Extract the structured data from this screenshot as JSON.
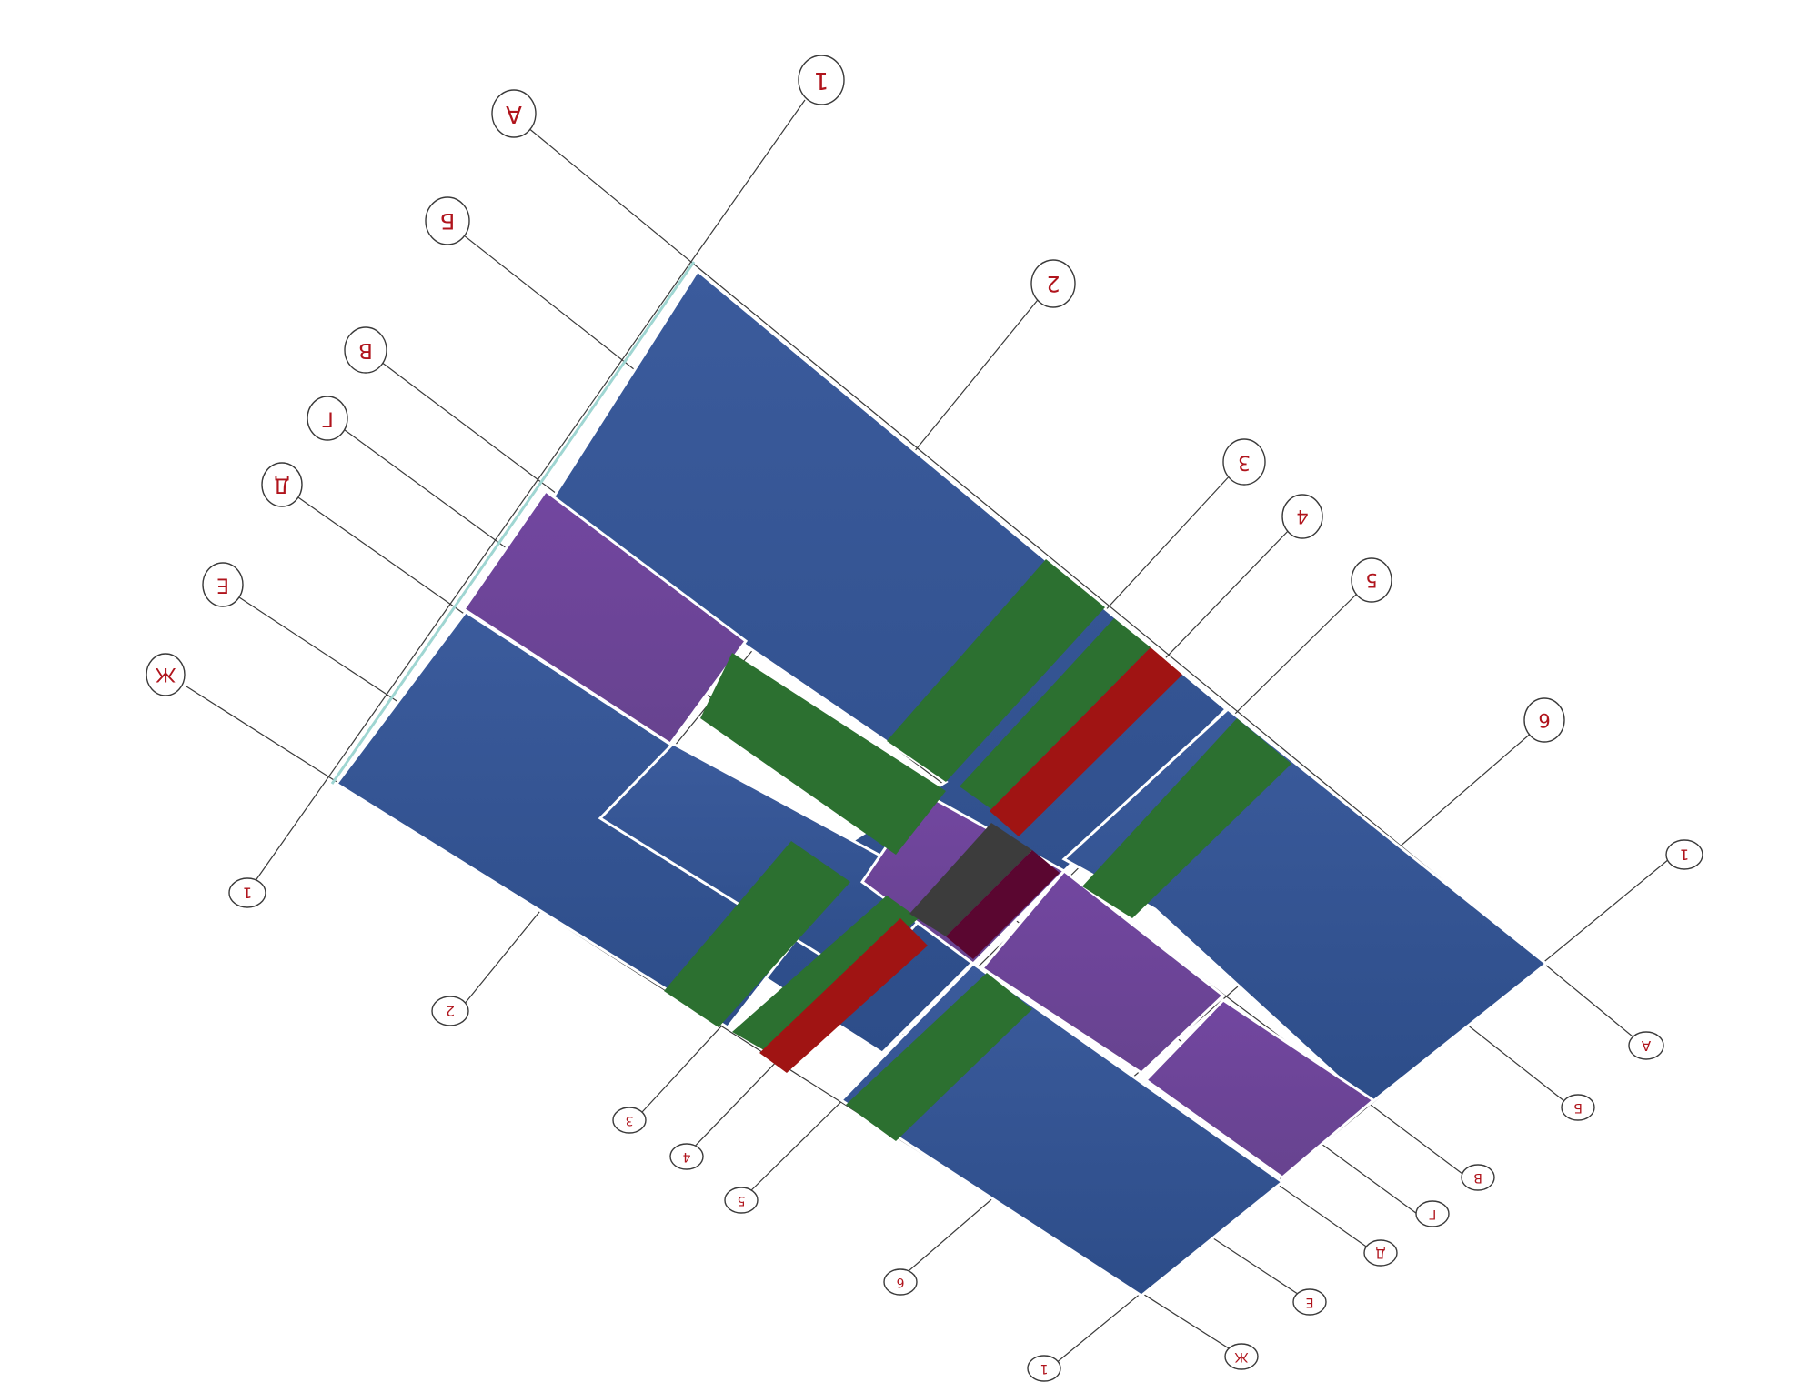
{
  "colors": {
    "slab_blue": "#33558f",
    "slab_purple": "#6b4496",
    "strip_green": "#2c7030",
    "strip_red": "#a01413",
    "core_dark": "#3c3c3c",
    "core_maroon": "#5a0630",
    "axis_text": "#b0141c",
    "edge_cyan": "#9fd6d2"
  },
  "axes": {
    "letters": [
      {
        "id": "axis-А",
        "label": "А"
      },
      {
        "id": "axis-Б",
        "label": "Б"
      },
      {
        "id": "axis-В",
        "label": "В"
      },
      {
        "id": "axis-Г",
        "label": "Г"
      },
      {
        "id": "axis-Д",
        "label": "Д"
      },
      {
        "id": "axis-Е",
        "label": "Е"
      },
      {
        "id": "axis-Ж",
        "label": "Ж"
      }
    ],
    "numbers": [
      {
        "id": "axis-1",
        "label": "1"
      },
      {
        "id": "axis-2",
        "label": "2"
      },
      {
        "id": "axis-3",
        "label": "3"
      },
      {
        "id": "axis-4",
        "label": "4"
      },
      {
        "id": "axis-5",
        "label": "5"
      },
      {
        "id": "axis-6",
        "label": "6"
      },
      {
        "id": "axis-7",
        "label": "7"
      }
    ]
  }
}
